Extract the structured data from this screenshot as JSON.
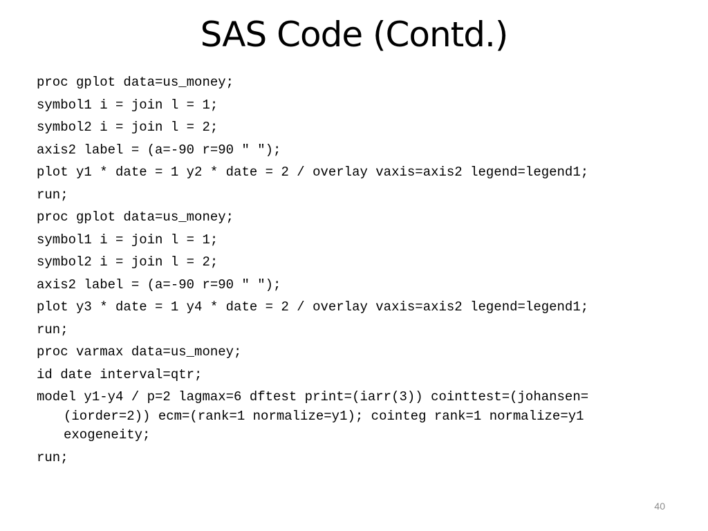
{
  "slide": {
    "title": "SAS Code (Contd.)",
    "page_number": "40",
    "code_lines": [
      "proc gplot data=us_money;",
      "symbol1 i = join l = 1;",
      "symbol2 i = join l = 2;",
      "axis2 label = (a=-90 r=90 \" \");",
      "plot y1 * date = 1 y2 * date = 2 / overlay vaxis=axis2 legend=legend1;",
      "run;",
      "proc gplot data=us_money;",
      "symbol1 i = join l = 1;",
      "symbol2 i = join l = 2;",
      "axis2 label = (a=-90 r=90 \" \");",
      "plot y3 * date = 1 y4 * date = 2 / overlay vaxis=axis2 legend=legend1;",
      "run;",
      "proc varmax data=us_money;",
      "id date interval=qtr;",
      "model y1-y4 / p=2 lagmax=6 dftest print=(iarr(3)) cointtest=(johansen=(iorder=2)) ecm=(rank=1 normalize=y1); cointeg rank=1 normalize=y1 exogeneity;",
      "run;"
    ]
  }
}
